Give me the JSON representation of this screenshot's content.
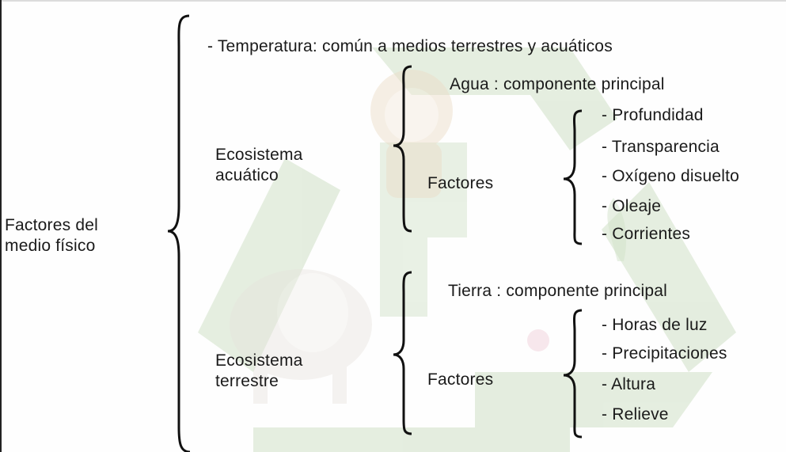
{
  "diagram": {
    "root": {
      "line1": "Factores del",
      "line2": "medio físico"
    },
    "temperature": "- Temperatura:  común a medios terrestres y acuáticos",
    "aquatic": {
      "line1": "Ecosistema",
      "line2": "acuático",
      "component": "Agua : componente principal",
      "factors_label": "Factores",
      "factors": [
        "- Profundidad",
        "- Transparencia",
        "- Oxígeno disuelto",
        "- Oleaje",
        "- Corrientes"
      ]
    },
    "terrestrial": {
      "line1": "Ecosistema",
      "line2": "terrestre",
      "component": "Tierra : componente principal",
      "factors_label": "Factores",
      "factors": [
        "- Horas de luz",
        "- Precipitaciones",
        "- Altura",
        "- Relieve"
      ]
    }
  },
  "colors": {
    "recycle_green": "#cfe0c6",
    "watermark_tan": "#ecdcc6",
    "text": "#1a1a1a",
    "brace": "#111111"
  }
}
